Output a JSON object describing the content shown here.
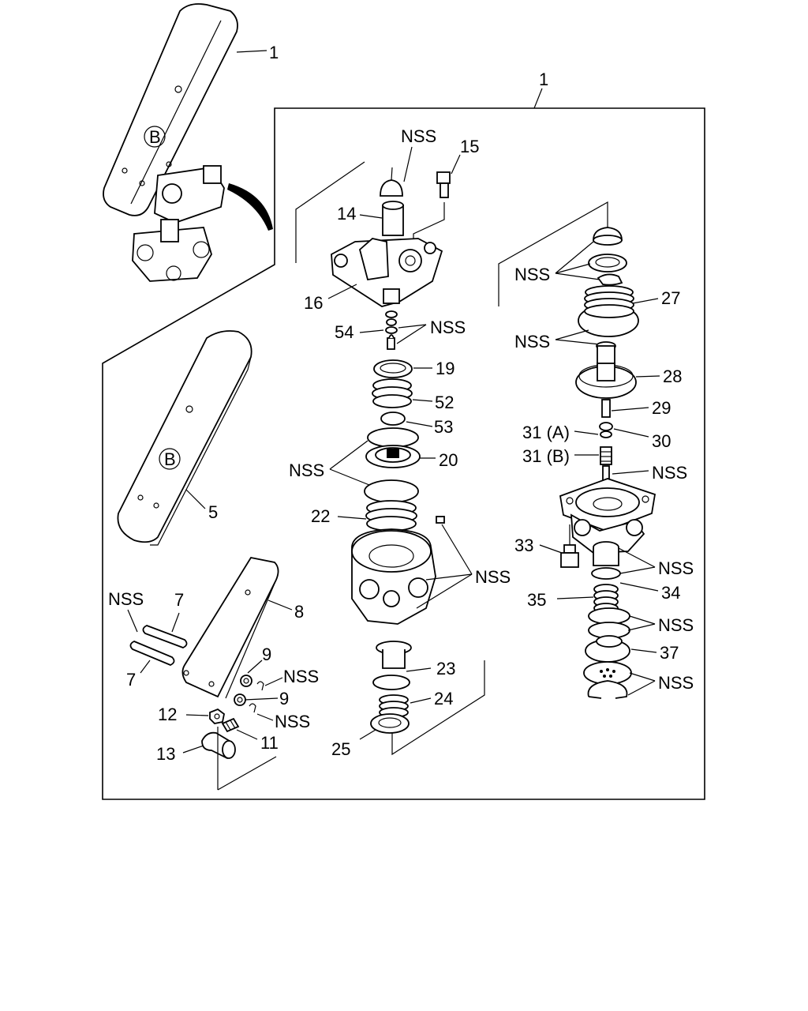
{
  "diagram": {
    "labels": {
      "l_1_top": "1",
      "l_1_frame": "1",
      "l_nss_top": "NSS",
      "l_15": "15",
      "l_14": "14",
      "l_16": "16",
      "l_54": "54",
      "l_nss_54": "NSS",
      "l_19": "19",
      "l_52": "52",
      "l_53": "53",
      "l_20": "20",
      "l_nss_20": "NSS",
      "l_22": "22",
      "l_nss_body": "NSS",
      "l_23": "23",
      "l_24": "24",
      "l_25": "25",
      "l_5": "5",
      "l_7a": "7",
      "l_7b": "7",
      "l_nss_7": "NSS",
      "l_8": "8",
      "l_9a": "9",
      "l_9b": "9",
      "l_nss_9a": "NSS",
      "l_nss_9b": "NSS",
      "l_12": "12",
      "l_11": "11",
      "l_13": "13",
      "l_nss_27a": "NSS",
      "l_27": "27",
      "l_nss_27b": "NSS",
      "l_28": "28",
      "l_29": "29",
      "l_31a": "31 (A)",
      "l_30": "30",
      "l_31b": "31 (B)",
      "l_nss_31": "NSS",
      "l_33": "33",
      "l_nss_34": "NSS",
      "l_34": "34",
      "l_35": "35",
      "l_nss_35": "NSS",
      "l_37": "37",
      "l_nss_37": "NSS",
      "pedal_mark_top": "B",
      "pedal_mark_mid": "B"
    }
  }
}
